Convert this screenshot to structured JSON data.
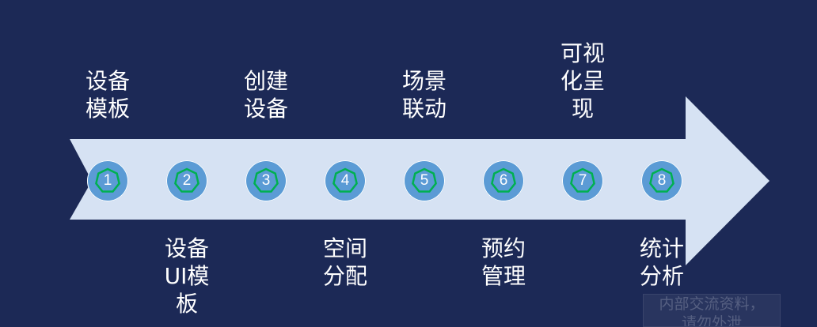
{
  "colors": {
    "background": "#1c2956",
    "arrow": "#d6e2f3",
    "step_circle": "#5b9bd5",
    "step_ring": "#00b050",
    "text": "#ffffff"
  },
  "steps": [
    {
      "number": "1",
      "label": "设备\n模板",
      "position": "top"
    },
    {
      "number": "2",
      "label": "设备\nUI模\n板",
      "position": "bottom"
    },
    {
      "number": "3",
      "label": "创建\n设备",
      "position": "top"
    },
    {
      "number": "4",
      "label": "空间\n分配",
      "position": "bottom"
    },
    {
      "number": "5",
      "label": "场景\n联动",
      "position": "top"
    },
    {
      "number": "6",
      "label": "预约\n管理",
      "position": "bottom"
    },
    {
      "number": "7",
      "label": "可视\n化呈\n现",
      "position": "top"
    },
    {
      "number": "8",
      "label": "统计\n分析",
      "position": "bottom"
    }
  ],
  "watermark": "内部交流资料，\n请勿外泄"
}
